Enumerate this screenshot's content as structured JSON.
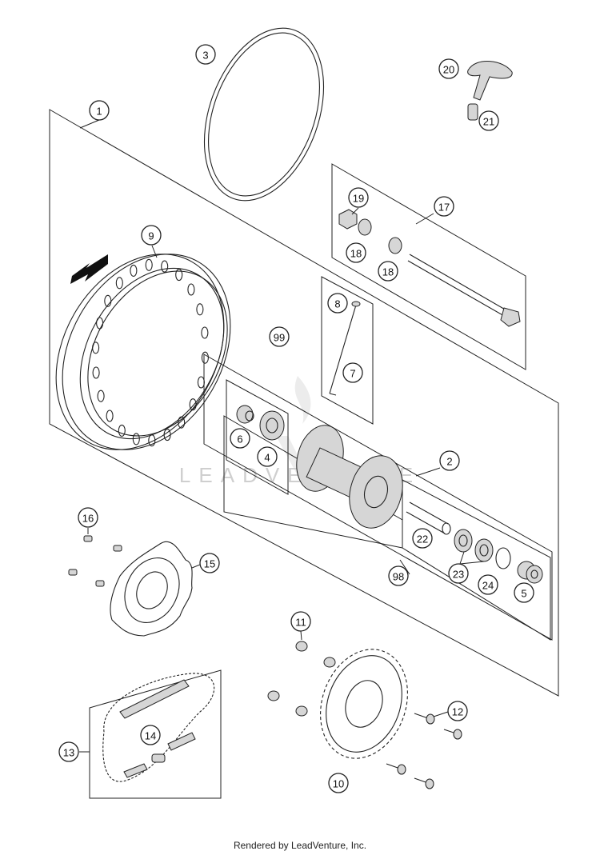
{
  "callouts": [
    {
      "id": "c1",
      "label": "1"
    },
    {
      "id": "c2",
      "label": "2"
    },
    {
      "id": "c3",
      "label": "3"
    },
    {
      "id": "c4",
      "label": "4"
    },
    {
      "id": "c5",
      "label": "5"
    },
    {
      "id": "c6",
      "label": "6"
    },
    {
      "id": "c7",
      "label": "7"
    },
    {
      "id": "c8",
      "label": "8"
    },
    {
      "id": "c9",
      "label": "9"
    },
    {
      "id": "c10",
      "label": "10"
    },
    {
      "id": "c11",
      "label": "11"
    },
    {
      "id": "c12",
      "label": "12"
    },
    {
      "id": "c13",
      "label": "13"
    },
    {
      "id": "c14",
      "label": "14"
    },
    {
      "id": "c15",
      "label": "15"
    },
    {
      "id": "c16",
      "label": "16"
    },
    {
      "id": "c17",
      "label": "17"
    },
    {
      "id": "c18a",
      "label": "18"
    },
    {
      "id": "c18b",
      "label": "18"
    },
    {
      "id": "c19",
      "label": "19"
    },
    {
      "id": "c20",
      "label": "20"
    },
    {
      "id": "c21",
      "label": "21"
    },
    {
      "id": "c22",
      "label": "22"
    },
    {
      "id": "c23",
      "label": "23"
    },
    {
      "id": "c24",
      "label": "24"
    },
    {
      "id": "c98",
      "label": "98"
    },
    {
      "id": "c99",
      "label": "99"
    }
  ],
  "watermark": "LEADVENTURE",
  "footer": "Rendered by LeadVenture, Inc."
}
